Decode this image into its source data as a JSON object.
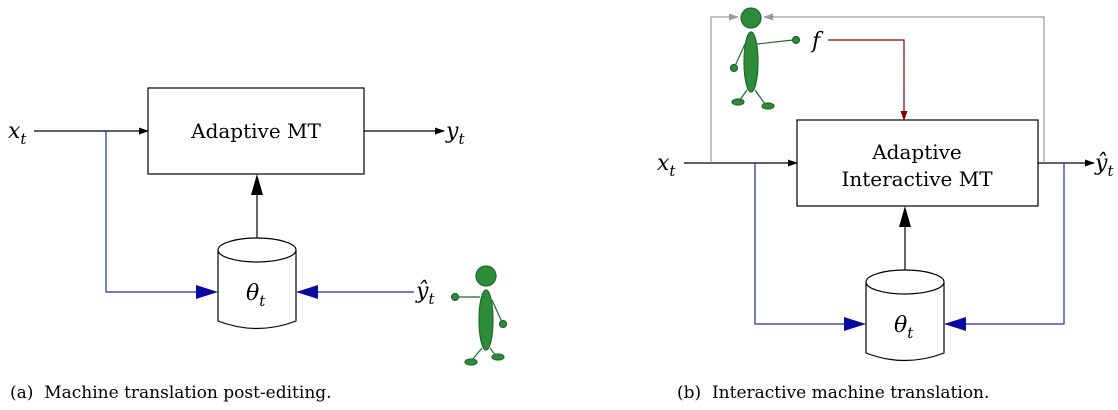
{
  "panel_a": {
    "box_label": "Adaptive MT",
    "input_var": "x",
    "input_sub": "t",
    "output_var": "y",
    "output_sub": "t",
    "model_var": "θ",
    "model_sub": "t",
    "postedit_var": "ŷ",
    "postedit_sub": "t",
    "caption": "(a)  Machine translation post-editing."
  },
  "panel_b": {
    "box_label_line1": "Adaptive",
    "box_label_line2": "Interactive MT",
    "input_var": "x",
    "input_sub": "t",
    "output_var": "ŷ",
    "output_sub": "t",
    "model_var": "θ",
    "model_sub": "t",
    "feedback_var": "f",
    "caption": "(b)  Interactive machine translation."
  },
  "colors": {
    "blue_line": "#1c2fa0",
    "blue_arrow": "#0a0aa0",
    "red_line": "#8b0000",
    "gray_line": "#9a9a9a",
    "figure_fill": "#2e8b3a",
    "figure_stroke": "#1f6a2a"
  }
}
